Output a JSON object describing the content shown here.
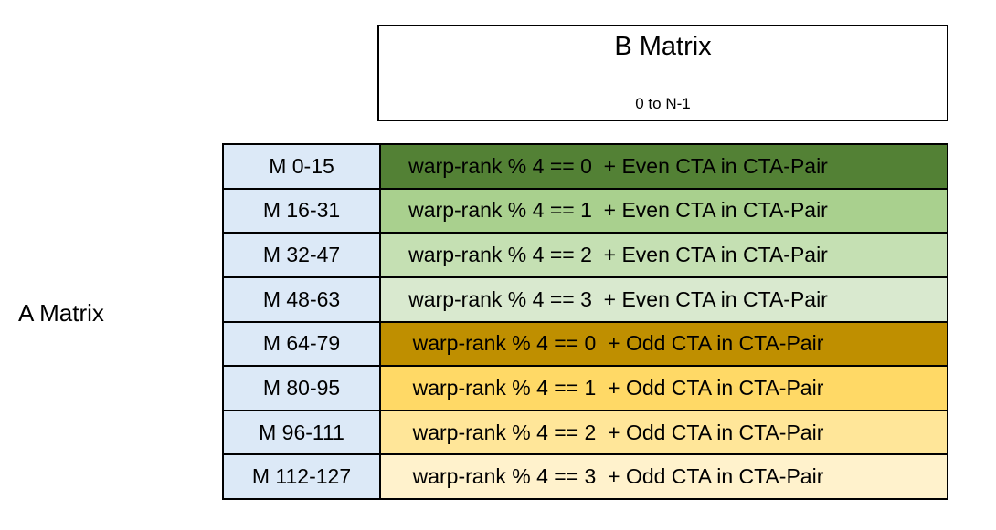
{
  "a_matrix": {
    "label": "A Matrix"
  },
  "b_matrix": {
    "title": "B Matrix",
    "range_label": "0 to N-1"
  },
  "table": {
    "m_col_color": "#dce9f7",
    "border_color": "#000000",
    "text_color": "#000000",
    "rows": [
      {
        "m_range": "M 0-15",
        "mapping": "warp-rank % 4 == 0  + Even CTA in CTA-Pair",
        "color": "#538135"
      },
      {
        "m_range": "M 16-31",
        "mapping": "warp-rank % 4 == 1  + Even CTA in CTA-Pair",
        "color": "#a9d08e"
      },
      {
        "m_range": "M 32-47",
        "mapping": "warp-rank % 4 == 2  + Even CTA in CTA-Pair",
        "color": "#c5e0b3"
      },
      {
        "m_range": "M 48-63",
        "mapping": "warp-rank % 4 == 3  + Even CTA in CTA-Pair",
        "color": "#d9e9cf"
      },
      {
        "m_range": "M 64-79",
        "mapping": "warp-rank % 4 == 0  + Odd CTA in CTA-Pair",
        "color": "#bf8f00"
      },
      {
        "m_range": "M 80-95",
        "mapping": "warp-rank % 4 == 1  + Odd CTA in CTA-Pair",
        "color": "#ffd966"
      },
      {
        "m_range": "M 96-111",
        "mapping": "warp-rank % 4 == 2  + Odd CTA in CTA-Pair",
        "color": "#ffe699"
      },
      {
        "m_range": "M 112-127",
        "mapping": "warp-rank % 4 == 3  + Odd CTA in CTA-Pair",
        "color": "#fff2cc"
      }
    ]
  }
}
